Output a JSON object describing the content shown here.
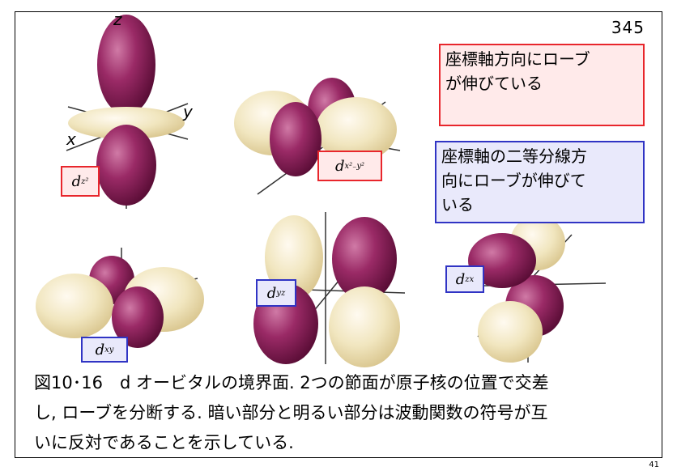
{
  "page_number": "345",
  "slide_number": "41",
  "axes": {
    "z": "z",
    "y": "y",
    "x": "x"
  },
  "callouts": {
    "red": [
      "座標軸方向にローブ",
      "が伸びている"
    ],
    "blue": [
      "座標軸の二等分線方",
      "向にローブが伸びて",
      "いる"
    ]
  },
  "orbital_labels": {
    "dz2": {
      "main": "d",
      "sub": "z²"
    },
    "dx2y2": {
      "main": "d",
      "sub": "x²₋y²"
    },
    "dxy": {
      "main": "d",
      "sub": "xy"
    },
    "dyz": {
      "main": "d",
      "sub": "yz"
    },
    "dzx": {
      "main": "d",
      "sub": "zx"
    }
  },
  "caption": [
    "図10･16　d オービタルの境界面. 2つの節面が原子核の位置で交差",
    "し, ローブを分断する. 暗い部分と明るい部分は波動関数の符号が互",
    "いに反対であることを示している."
  ],
  "colors": {
    "dark_lobe": "#8a1f58",
    "light_lobe": "#eee3b8",
    "red_border": "#e8262c",
    "blue_border": "#3034c4"
  }
}
